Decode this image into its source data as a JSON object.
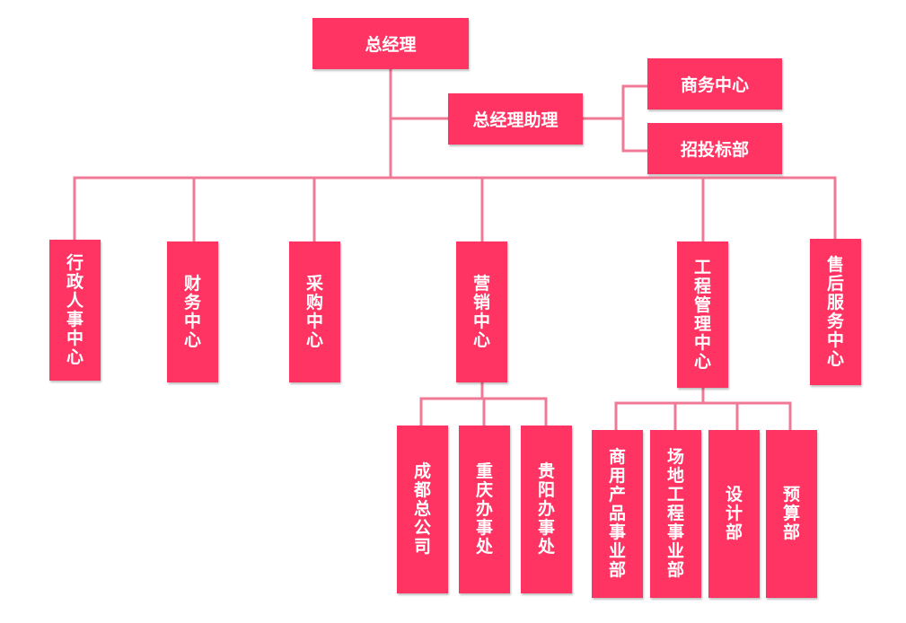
{
  "colors": {
    "node_fill": "#FF3462",
    "node_text": "#FFFFFF",
    "connector": "#F07A95"
  },
  "org": {
    "general_manager": "总经理",
    "assistant": "总经理助理",
    "assistant_units": [
      "商务中心",
      "招投标部"
    ],
    "centers": [
      "行政人事中心",
      "财务中心",
      "采购中心",
      "营销中心",
      "工程管理中心",
      "售后服务中心"
    ],
    "marketing_units": [
      "成都总公司",
      "重庆办事处",
      "贵阳办事处"
    ],
    "engineering_units": [
      "商用产品事业部",
      "场地工程事业部",
      "设计部",
      "预算部"
    ]
  }
}
